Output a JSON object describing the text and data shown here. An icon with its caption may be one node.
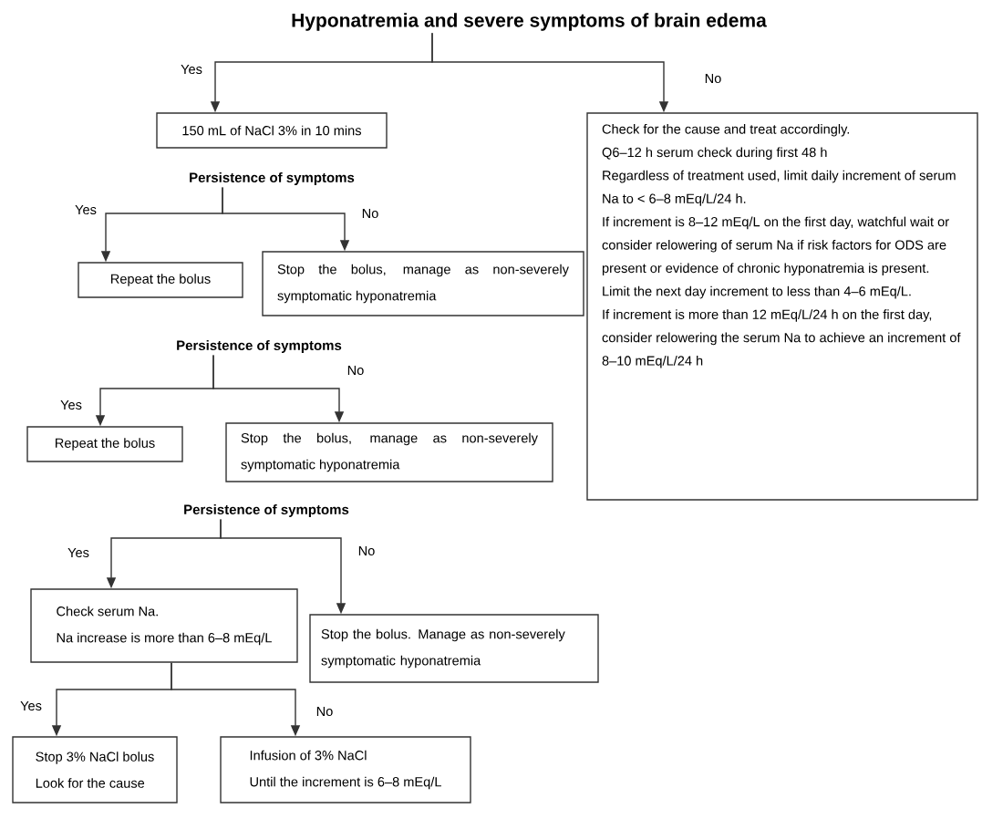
{
  "diagram": {
    "nodes": [
      {
        "text": [
          "Hyponatremia and severe symptoms of brain edema"
        ]
      },
      {
        "text": [
          "150 mL of NaCl 3% in 10 mins"
        ]
      },
      {
        "text": [
          "Check for the cause and treat accordingly.",
          "Q6–12 h serum check during first 48 h",
          "Regardless of treatment used, limit daily increment of serum Na to < 6–8 mEq/L/24 h.",
          "If increment is 8–12 mEq/L on the first day, watchful wait or consider relowering of serum Na if risk factors for ODS are present or evidence of chronic hyponatremia is present.",
          "Limit the next day increment to less than 4–6 mEq/L.",
          "If increment is more than 12 mEq/L/24 h on the first day, consider relowering the serum Na to achieve an increment of 8–10 mEq/L/24 h"
        ]
      },
      {
        "text": [
          "Persistence of symptoms"
        ]
      },
      {
        "text": [
          "Repeat the bolus"
        ]
      },
      {
        "text": [
          "Stop the bolus, manage as non-severely symptomatic hyponatremia"
        ]
      },
      {
        "text": [
          "Persistence of symptoms"
        ]
      },
      {
        "text": [
          "Repeat the bolus"
        ]
      },
      {
        "text": [
          "Stop the bolus, manage as non-severely symptomatic hyponatremia"
        ]
      },
      {
        "text": [
          "Persistence of symptoms"
        ]
      },
      {
        "text": [
          "Check serum Na.",
          "Na increase is more than 6–8 mEq/L"
        ]
      },
      {
        "text": [
          "Stop the bolus. Manage as non-severely symptomatic hyponatremia"
        ]
      },
      {
        "text": [
          "Stop 3% NaCl bolus",
          "Look for the cause"
        ]
      },
      {
        "text": [
          "Infusion of 3% NaCl",
          "Until the increment is 6–8 mEq/L"
        ]
      }
    ],
    "edges": [
      {
        "from": 0,
        "to": 1,
        "arrow": "to",
        "label": "Yes"
      },
      {
        "from": 0,
        "to": 2,
        "arrow": "to",
        "label": "No"
      },
      {
        "from": 3,
        "to": 4,
        "arrow": "to",
        "label": "Yes"
      },
      {
        "from": 3,
        "to": 5,
        "arrow": "to",
        "label": "No"
      },
      {
        "from": 6,
        "to": 7,
        "arrow": "to",
        "label": "Yes"
      },
      {
        "from": 6,
        "to": 8,
        "arrow": "to",
        "label": "No"
      },
      {
        "from": 9,
        "to": 10,
        "arrow": "to",
        "label": "Yes"
      },
      {
        "from": 9,
        "to": 11,
        "arrow": "to",
        "label": "No"
      },
      {
        "from": 10,
        "to": 12,
        "arrow": "to",
        "label": "Yes"
      },
      {
        "from": 10,
        "to": 13,
        "arrow": "to",
        "label": "No"
      }
    ]
  }
}
